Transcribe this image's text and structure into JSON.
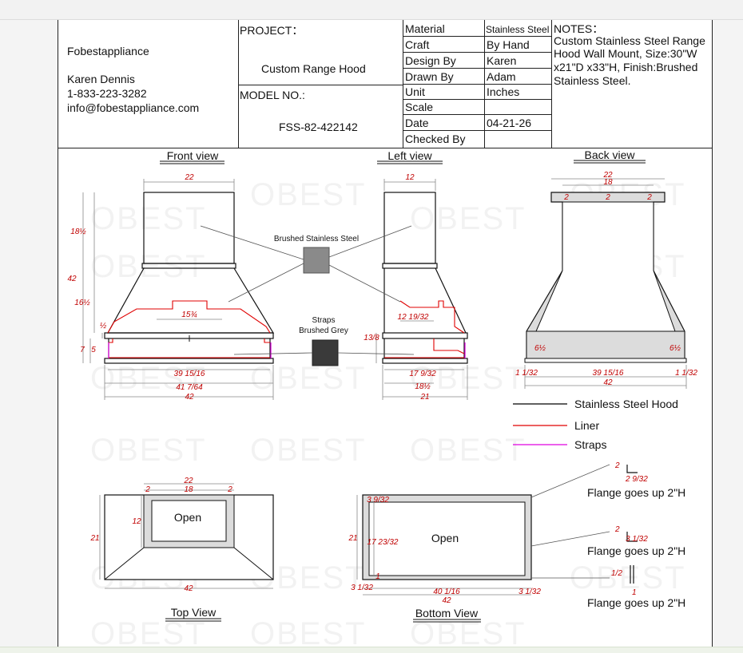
{
  "company": {
    "name": "Fobestappliance",
    "contact_name": "Karen Dennis",
    "phone": "1-833-223-3282",
    "email": "info@fobestappliance.com"
  },
  "project": {
    "label": "PROJECT：",
    "value": "Custom Range Hood",
    "model_label": "MODEL NO.:",
    "model_value": "FSS-82-422142"
  },
  "specs": [
    {
      "label": "Material",
      "value": "Stainless Steel"
    },
    {
      "label": "Craft",
      "value": "By Hand"
    },
    {
      "label": "Design By",
      "value": "Karen"
    },
    {
      "label": "Drawn By",
      "value": "Adam"
    },
    {
      "label": "Unit",
      "value": "Inches"
    },
    {
      "label": "Scale",
      "value": ""
    },
    {
      "label": "Date",
      "value": "04-21-26"
    },
    {
      "label": "Checked By",
      "value": ""
    }
  ],
  "notes": {
    "title": "NOTES：",
    "lines": [
      "Custom Stainless Steel Range",
      "Hood Wall Mount, Size:30\"W",
      "x21\"D x33\"H, Finish:Brushed",
      "Stainless Steel."
    ]
  },
  "views": {
    "front": "Front view",
    "left": "Left view",
    "back": "Back view",
    "top": "Top View",
    "bottom": "Bottom View"
  },
  "callouts": {
    "brushed": "Brushed Stainless Steel",
    "straps_1": "Straps",
    "straps_2": "Brushed Grey",
    "open_top": "Open",
    "open_bottom": "Open"
  },
  "legend": [
    {
      "label": "Stainless Steel Hood",
      "color": "#000000"
    },
    {
      "label": "Liner",
      "color": "#e00000"
    },
    {
      "label": "Straps",
      "color": "#e000e0"
    }
  ],
  "flange": {
    "text": "Flange goes up 2\"H"
  },
  "watermark": "OBEST",
  "dims": {
    "front_top_w": "22",
    "front_stack_h": "18½",
    "front_total_h": "42",
    "front_taper_h": "16½",
    "front_lip": "½",
    "front_seven": "7",
    "front_five": "5",
    "front_liner_w": "15¾",
    "front_w1": "39 15/16",
    "front_w2": "41 7/64",
    "front_w3": "42",
    "left_top_w": "12",
    "left_liner": "12 19/32",
    "left_h": "13/8",
    "left_w1": "17 9/32",
    "left_w2": "18½",
    "left_w3": "21",
    "back_w1": "22",
    "back_w2": "18",
    "back_side1": "2",
    "back_side2": "2",
    "back_side3": "2",
    "back_strap_l": "6½",
    "back_strap_r": "6½",
    "back_edge_l": "1 1/32",
    "back_mid": "39 15/16",
    "back_edge_r": "1 1/32",
    "back_total": "42",
    "top_w1": "22",
    "top_s1": "2",
    "top_w2": "18",
    "top_s2": "2",
    "top_d1": "12",
    "top_d2": "21",
    "top_total": "42",
    "bot_corner": "3 9/32",
    "bot_d1": "21",
    "bot_d2": "17 23/32",
    "bot_one": "1",
    "bot_edge_l": "3 1/32",
    "bot_mid": "40 1/16",
    "bot_edge_r": "3 1/32",
    "bot_total": "42",
    "fl1_a": "2",
    "fl1_b": "2 9/32",
    "fl2_a": "2",
    "fl2_b": "3 1/32",
    "fl3_a": "1/2",
    "fl3_b": "1"
  }
}
